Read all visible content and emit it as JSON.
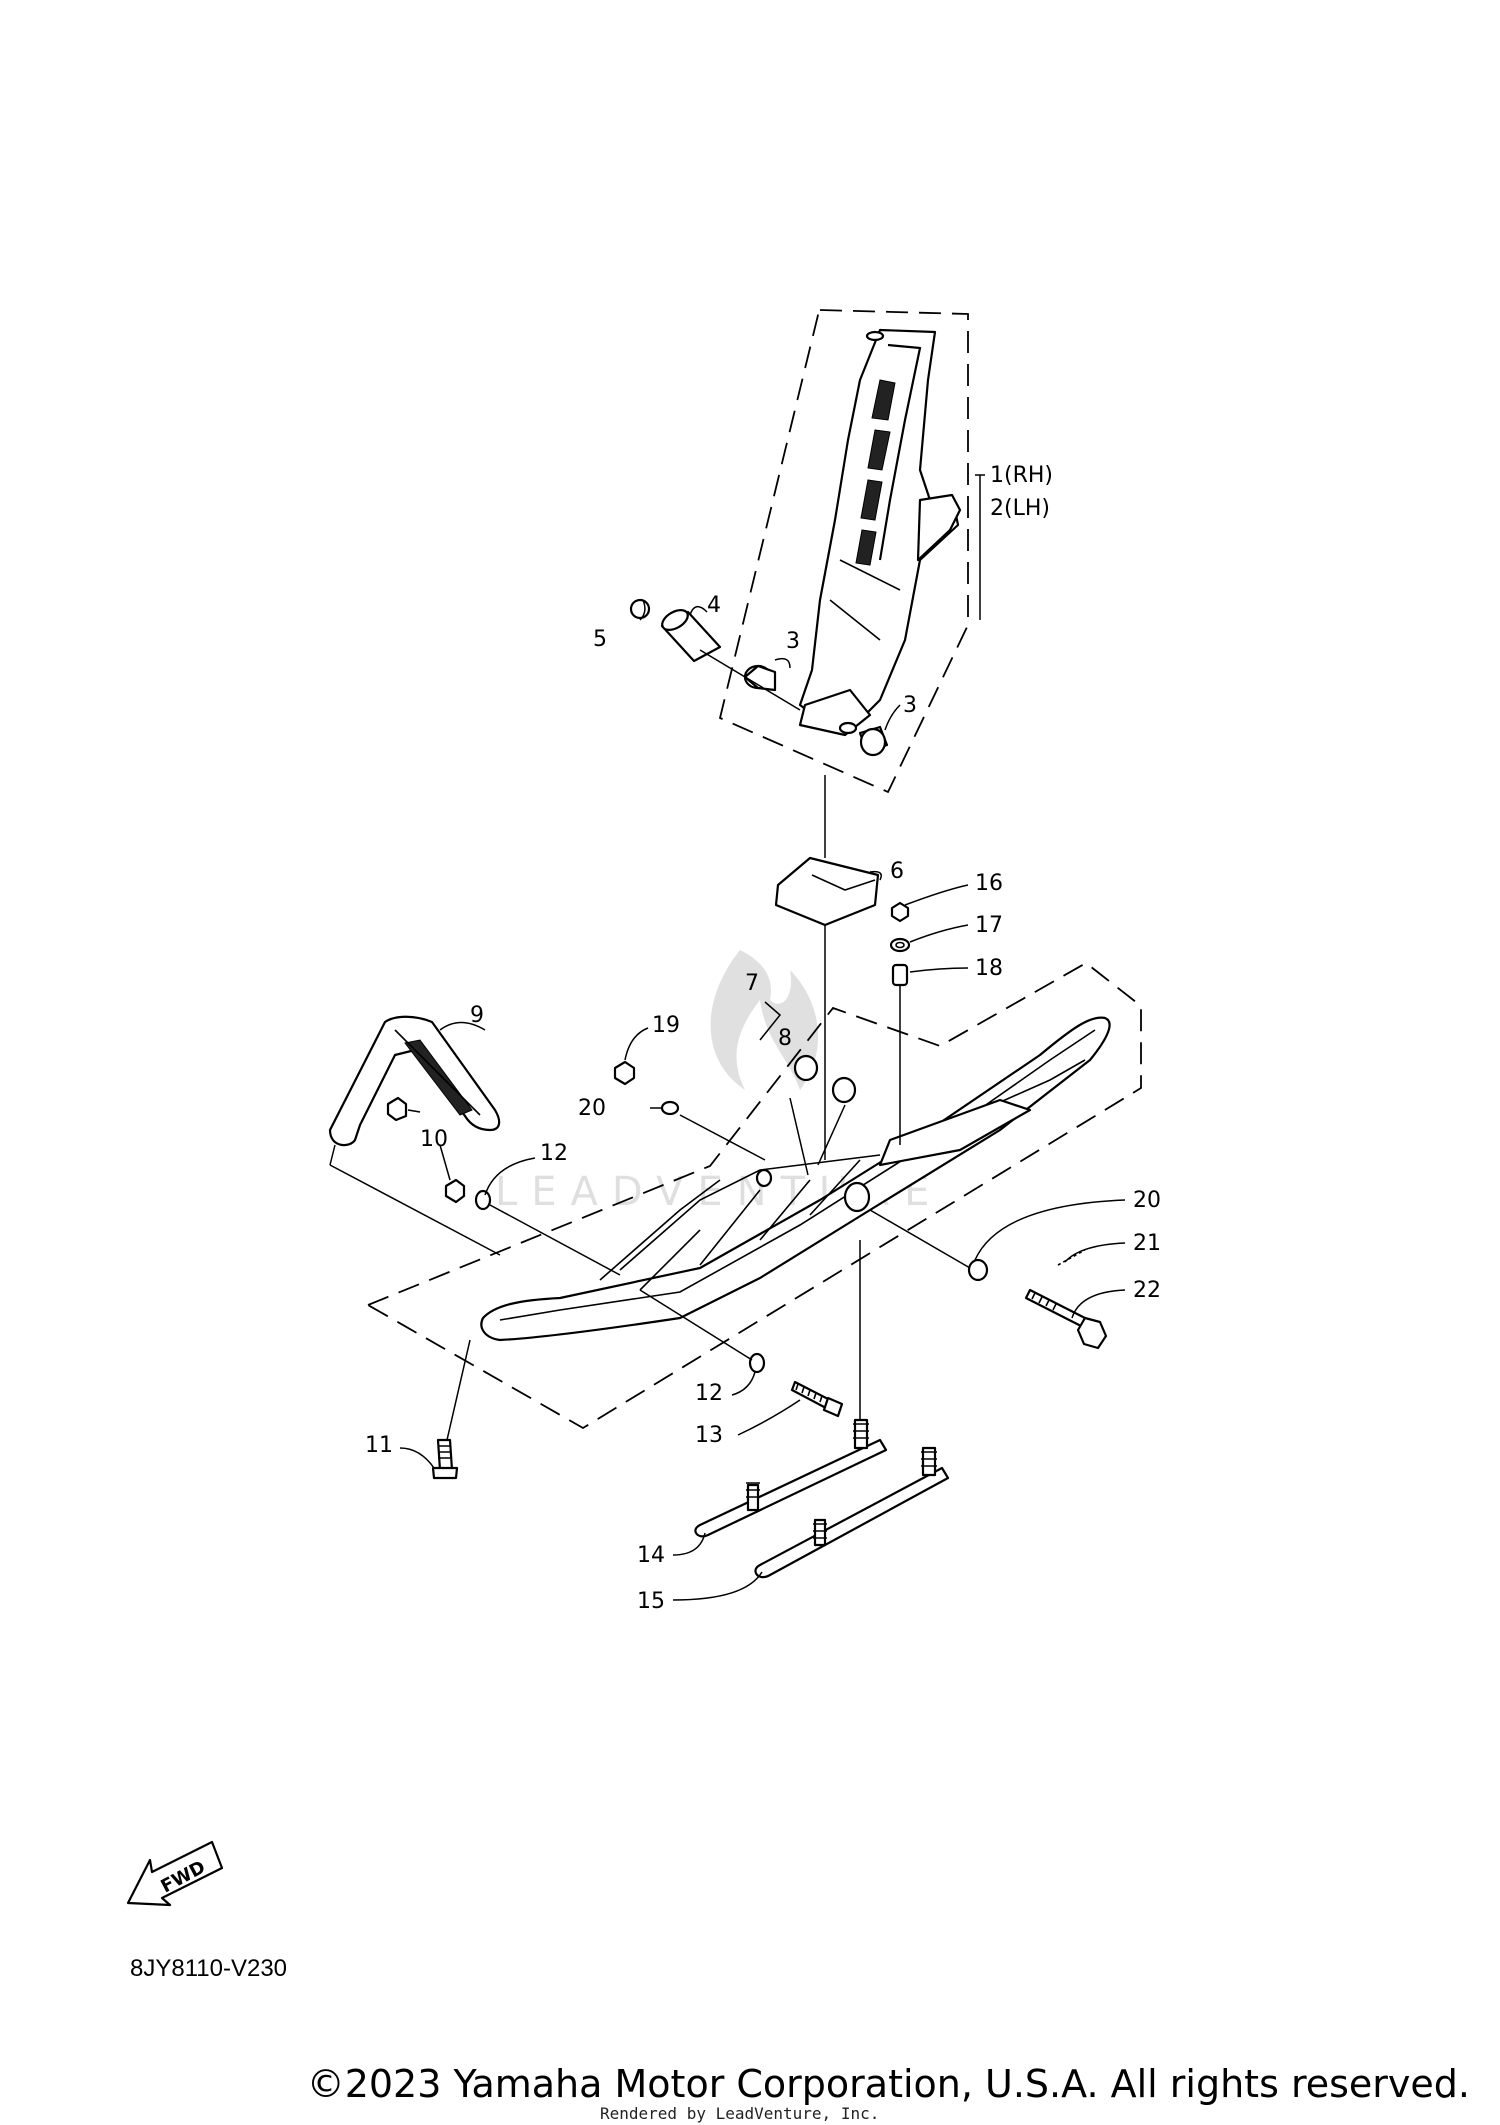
{
  "diagram_code": "8JY8110-V230",
  "fwd_label": "FWD",
  "copyright": "©2023 Yamaha Motor Corporation, U.S.A. All rights reserved.",
  "rendered_by": "Rendered by LeadVenture, Inc.",
  "watermark": "LEADVENTURE",
  "callouts": {
    "c1": "1(RH)",
    "c2": "2(LH)",
    "c3a": "3",
    "c3b": "3",
    "c4": "4",
    "c5": "5",
    "c6": "6",
    "c7": "7",
    "c8": "8",
    "c9": "9",
    "c10": "10",
    "c11": "11",
    "c12a": "12",
    "c12b": "12",
    "c13": "13",
    "c14": "14",
    "c15": "15",
    "c16": "16",
    "c17": "17",
    "c18": "18",
    "c19": "19",
    "c20a": "20",
    "c20b": "20",
    "c21": "21",
    "c22": "22"
  }
}
